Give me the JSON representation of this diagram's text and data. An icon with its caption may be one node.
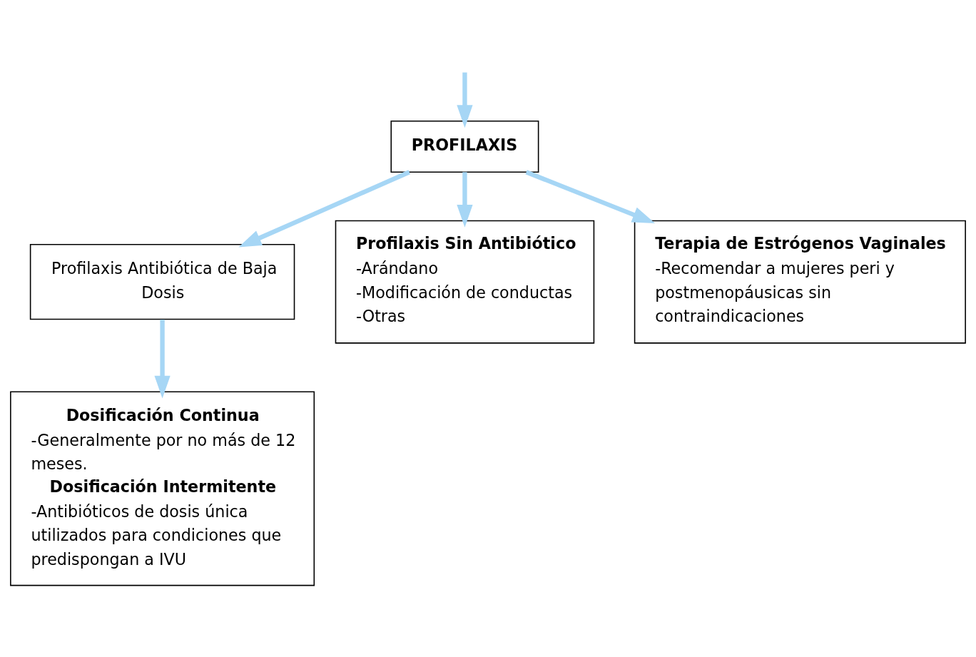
{
  "diagram": {
    "nodes": [
      {
        "text": [
          "PROFILAXIS"
        ]
      },
      {
        "text": [
          "Profilaxis Antibiótica de Baja Dosis"
        ]
      },
      {
        "text": [
          "Profilaxis Sin Antibiótico",
          "-Arándano",
          "-Modificación de conductas",
          "-Otras"
        ]
      },
      {
        "text": [
          "Terapia de Estrógenos Vaginales",
          "-Recomendar a mujeres peri y postmenopáusicas sin contraindicaciones"
        ]
      },
      {
        "text": [
          "Dosificación Continua",
          "-Generalmente por no más de 12 meses.",
          "Dosificación Intermitente",
          "-Antibióticos de dosis única utilizados para condiciones que predispongan a IVU"
        ]
      }
    ],
    "edges": [
      {
        "from": null,
        "to": 0,
        "arrow": "to"
      },
      {
        "from": 0,
        "to": 1,
        "arrow": "to"
      },
      {
        "from": 0,
        "to": 2,
        "arrow": "to"
      },
      {
        "from": 0,
        "to": 3,
        "arrow": "to"
      },
      {
        "from": 1,
        "to": 4,
        "arrow": "to"
      }
    ]
  }
}
